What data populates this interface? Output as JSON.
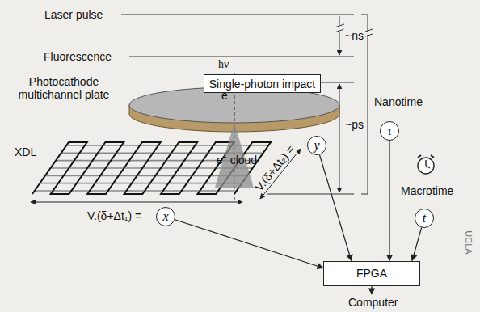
{
  "diagram": {
    "nodes": [
      {
        "text": [
          "Single-photon impact"
        ]
      },
      {
        "text": [
          "τ"
        ]
      },
      {
        "text": [
          "t"
        ]
      },
      {
        "text": [
          "y"
        ]
      },
      {
        "text": [
          "x"
        ]
      },
      {
        "text": [
          "FPGA"
        ]
      }
    ],
    "edges": [
      {
        "from": 1,
        "to": 5,
        "arrow": "to"
      },
      {
        "from": 2,
        "to": 5,
        "arrow": "to"
      },
      {
        "from": 3,
        "to": 5,
        "arrow": "to"
      },
      {
        "from": 4,
        "to": 5,
        "arrow": "to"
      }
    ],
    "labels": [
      "Laser pulse",
      "~ns",
      "Fluorescence",
      "hν",
      "Photocathode multichannel plate",
      "e⁻",
      "~ps",
      "Nanotime",
      "Macrotime",
      "XDL",
      "e⁻ cloud",
      "V.(δ+Δt₂) =",
      "V.(δ+Δt₁) =",
      "Computer",
      "UCLA"
    ]
  }
}
